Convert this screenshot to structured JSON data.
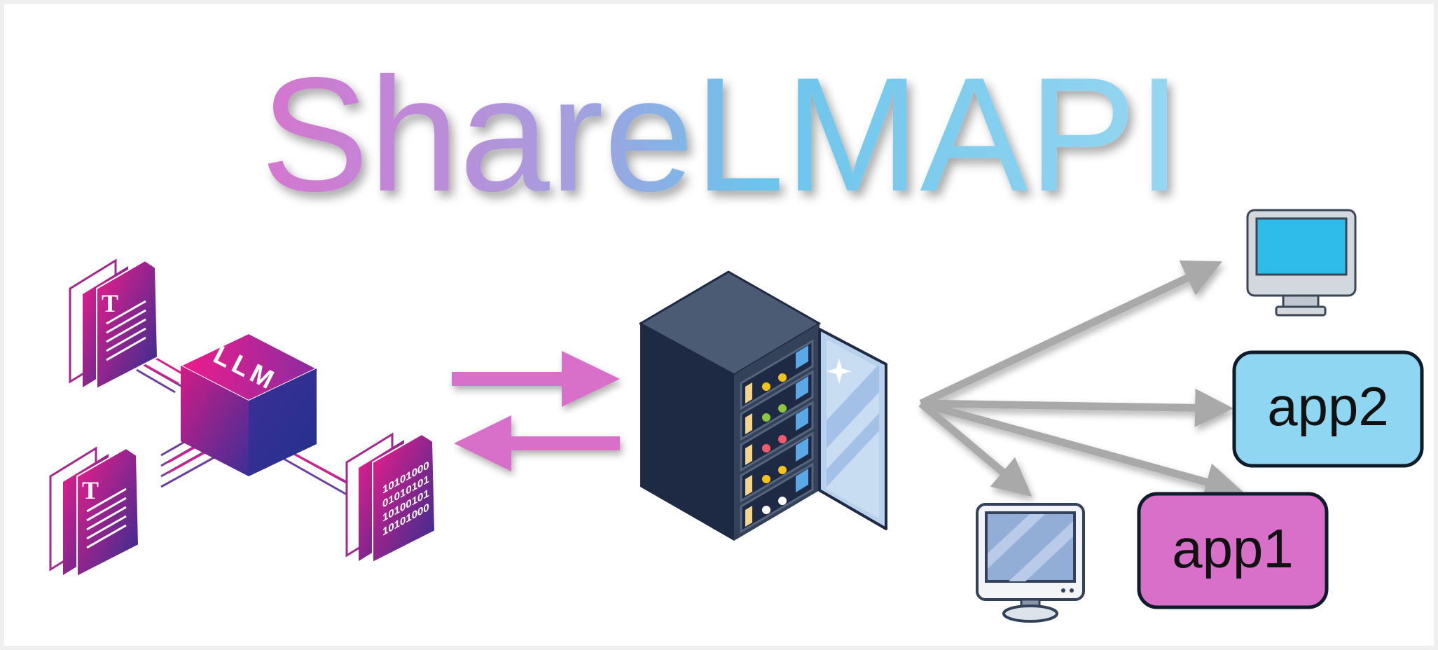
{
  "title": {
    "part1": "Share",
    "part2": "LMAPI"
  },
  "llm_block": {
    "label": "LLM"
  },
  "documents": {
    "text_glyph": "T",
    "binary_lines": [
      "10101000",
      "01010101",
      "10100101",
      "10101000"
    ]
  },
  "apps": [
    {
      "label": "app2"
    },
    {
      "label": "app1"
    }
  ],
  "colors": {
    "pink": "#d86fc9",
    "light_blue": "#8fd6f3",
    "arrow_gray": "#a9a9a9",
    "server_dark": "#1e2943",
    "server_top": "#4b5b73",
    "title_gradient": [
      "#d575cf",
      "#a99cde",
      "#6cc4ec",
      "#95d6f1"
    ]
  },
  "icons": [
    "document-stack-icon",
    "llm-cube-icon",
    "server-rack-icon",
    "monitor-icon"
  ]
}
